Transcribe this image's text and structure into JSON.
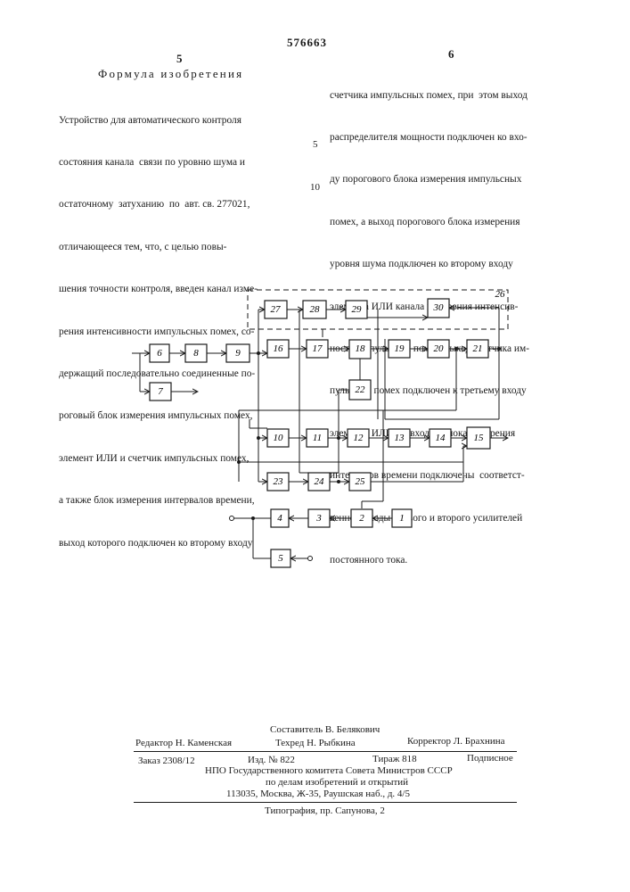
{
  "header": {
    "patent_number": "576663",
    "left_col_number": "5",
    "right_col_number": "6"
  },
  "claim": {
    "title": "Формула изобретения",
    "left_lines": [
      "Устройство для автоматического контроля",
      "состояния канала  связи по уровню шума и",
      "остаточному  затуханию  по  авт. св. 277021,",
      "отличающееся тем, что, с целью повы-",
      "шения точности контроля, введен канал изме-",
      "рения интенсивности импульсных помех, со-",
      "держащий последовательно соединенные по-",
      "роговый блок измерения импульсных помех,",
      "элемент ИЛИ и счетчик импульсных помех,",
      "а также блок измерения интервалов времени,",
      "выход которого подключен ко второму входу"
    ],
    "right_lines": [
      "счетчика импульсных помех, при  этом выход",
      "распределителя мощности подключен ко вхо-",
      "ду порогового блока измерения импульсных",
      "помех, а выход порогового блока измерения",
      "уровня шума подключен ко второму входу",
      "элемента ИЛИ канала измерения интенсив-",
      "ности импульсных помех, выход счетчика им-",
      "пульсных помех подключен к третьему входу",
      "элемента ИЛИ, ко входам блока измерения",
      "интервалов времени подключены  соответст-",
      "венно выходы первого и второго усилителей",
      "постоянного тока."
    ],
    "line_marker_5": "5",
    "line_marker_10": "10"
  },
  "diagram": {
    "blocks": [
      "1",
      "2",
      "3",
      "4",
      "5",
      "6",
      "7",
      "8",
      "9",
      "10",
      "11",
      "12",
      "13",
      "14",
      "15",
      "16",
      "17",
      "18",
      "19",
      "20",
      "21",
      "22",
      "23",
      "24",
      "25",
      "27",
      "28",
      "29",
      "30"
    ],
    "dashed_group_label": "26"
  },
  "footer": {
    "compiler": "Составитель В. Белякович",
    "editor": "Редактор Н. Каменская",
    "techred": "Техред Н. Рыбкина",
    "corrector": "Корректор Л. Брахнина",
    "order": "Заказ 2308/12",
    "izd": "Изд. № 822",
    "tirazh": "Тираж 818",
    "podpisnoe": "Подписное",
    "org1": "НПО Государственного комитета Совета Министров СССР",
    "org2": "по делам изобретений и открытий",
    "address": "113035, Москва, Ж-35, Раушская наб., д. 4/5",
    "printer": "Типография, пр. Сапунова, 2"
  }
}
